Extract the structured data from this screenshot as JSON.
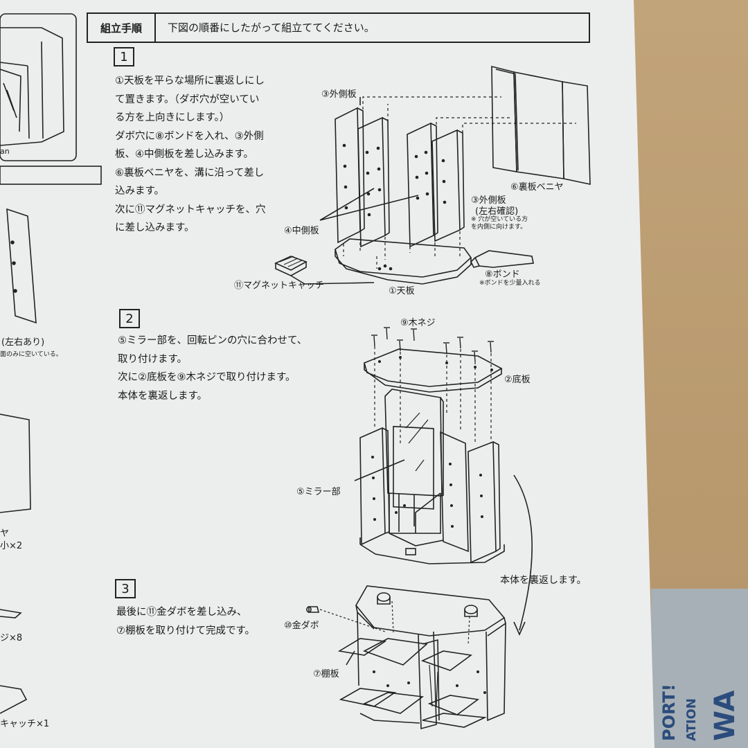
{
  "header": {
    "title": "組立手順",
    "instruction": "下図の順番にしたがって組立ててください。"
  },
  "steps": [
    {
      "number": "1",
      "lines": [
        "①天板を平らな場所に裏返しにし",
        "て置きます。（ダボ穴が空いてい",
        "る方を上向きにします。）",
        "ダボ穴に⑧ボンドを入れ、③外側",
        "板、④中側板を差し込みます。",
        "⑥裏板ベニヤを、溝に沿って差し",
        "込みます。",
        "次に⑪マグネットキャッチを、穴",
        "に差し込みます。"
      ]
    },
    {
      "number": "2",
      "lines": [
        "⑤ミラー部を、回転ピンの穴に合わせて、",
        "取り付けます。",
        "次に②底板を⑨木ネジで取り付けます。",
        "本体を裏返します。"
      ]
    },
    {
      "number": "3",
      "lines": [
        "最後に⑪金ダボを差し込み、",
        "⑦棚板を取り付けて完成です。"
      ]
    }
  ],
  "labels": {
    "outer_top": "③外側板",
    "back_veneer": "⑥裏板ベニヤ",
    "outer_right": "③外側板",
    "outer_right_note": "(左右確認)",
    "outer_right_small1": "※ 穴が空いている方",
    "outer_right_small2": "を内側に向けます。",
    "middle": "④中側板",
    "bond": "⑧ボンド",
    "bond_small": "※ボンドを少量入れる",
    "magnet": "⑪マグネットキャッチ",
    "top_board": "①天板",
    "screws": "⑨木ネジ",
    "bottom_board": "②底板",
    "mirror": "⑤ミラー部",
    "flip": "本体を裏返します。",
    "dowel": "⑩金ダボ",
    "shelf": "⑦棚板"
  },
  "left_edge": {
    "an": "an",
    "sides": "(左右あり)",
    "sides_small": "面のみに空いている。",
    "veneer": "ヤ",
    "veneer_count": "小×2",
    "screws_count": "ジ×8",
    "catch_count": "キャッチ×1"
  },
  "box_text": [
    "PORT!",
    "ATION",
    "WA"
  ]
}
